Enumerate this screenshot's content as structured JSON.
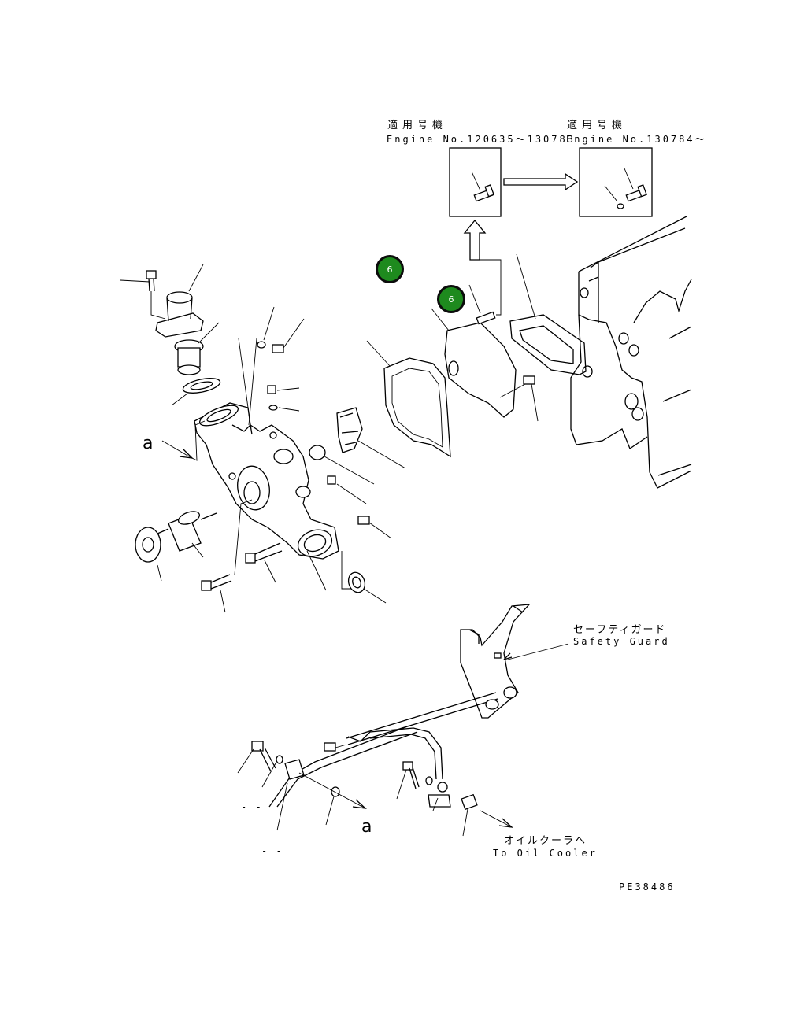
{
  "labels": {
    "applicable_1_jp": "適用号機",
    "applicable_1_en": "Engine No.120635～130783",
    "applicable_2_jp": "適用号機",
    "applicable_2_en": "Engine No.130784～",
    "safety_guard_jp": "セーフティガード",
    "safety_guard_en": "Safety Guard",
    "oil_cooler_jp": "オイルクーラへ",
    "oil_cooler_en": "To Oil Cooler",
    "ref_a_upper": "a",
    "ref_a_lower": "a",
    "dash_1": "- -",
    "dash_2": "- -",
    "drawing_code": "PE38486"
  },
  "callouts": [
    {
      "number": "6"
    },
    {
      "number": "6"
    }
  ],
  "colors": {
    "callout_fill": "#1e8a1e",
    "line": "#000000",
    "background": "#ffffff"
  }
}
